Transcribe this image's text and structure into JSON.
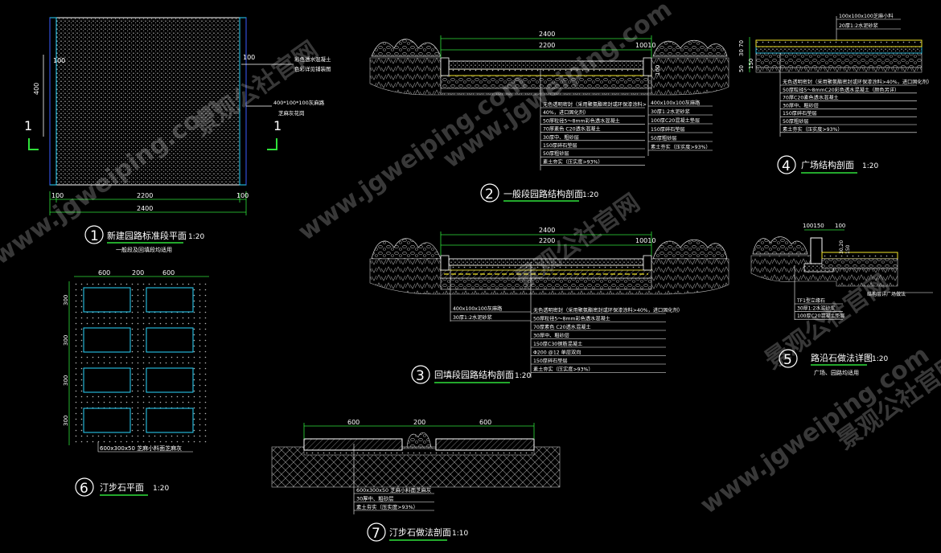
{
  "watermark": {
    "site": "www.jgweiping.com",
    "brand": "景观公社官网"
  },
  "dims": {
    "d100": "100",
    "d2200": "2200",
    "d2400": "2400",
    "d400": "400",
    "d600": "600",
    "d200": "200",
    "d300": "300",
    "d150": "150",
    "d10": "10",
    "d50": "50",
    "d20": "20",
    "d1": "1",
    "d3070": "30 70",
    "d100150": "100150",
    "d10010": "10010",
    "d3020": "30,20"
  },
  "plan1": {
    "section_mark": "1",
    "note_a": "彩色透水混凝土",
    "note_a2": "色彩详见铺装图",
    "note_b": "400*100*100灰麻路",
    "note_b2": "芝麻灰花岗",
    "num": "1",
    "title": "新建园路标准段平面",
    "scale": "1:20",
    "subtitle": "一般段及回填段均适用"
  },
  "sec2": {
    "num": "2",
    "title": "一般段园路结构剖面",
    "scale": "1:20",
    "layers": [
      "无色透明密封（采用聚氨酯密封或环保漆涂料>",
      "40%，进口固化剂）",
      "50厚粒径5～8mm彩色透水混凝土",
      "70厚素色 C20透水混凝土",
      "30厚中、粗砂层",
      "150厚碎石垫层",
      "50厚粗砂层",
      "素土夯实（压实度>93%）"
    ],
    "right_layers": [
      "400x100x100灰麻路",
      "30厚1:2水泥砂浆",
      "100厚C20混凝土垫层",
      "150厚碎石垫层",
      "50厚粗砂层",
      "素土夯实（压实度>93%）"
    ]
  },
  "sec3": {
    "num": "3",
    "title": "回填段园路结构剖面",
    "scale": "1:20",
    "left_layers": [
      "400x100x100灰麻路",
      "30厚1:2水泥砂浆"
    ],
    "layers": [
      "无色透明密封（采用聚氨酯密封或环保漆涂料>40%，进口固化剂）",
      "50厚粒径5～8mm彩色透水混凝土",
      "70厚素色 C20透水混凝土",
      "30厚中、粗砂层",
      "150厚C30钢筋混凝土",
      "Φ200 @12 单层双向",
      "150厚碎石垫层",
      "素土夯实（压实度>93%）"
    ]
  },
  "sec4": {
    "num": "4",
    "title": "广场结构剖面",
    "scale": "1:20",
    "top_layers": [
      "100x100x100芝麻小料",
      "20厚1:2水泥砂浆"
    ],
    "layers": [
      "无色透明密封（采用聚氨酯密封或环保漆涂料>40%，进口固化剂）",
      "50厚粒径5～8mmC20彩色透水混凝土（颜色另详）",
      "70厚C20素色透水混凝土",
      "30厚中、粗砂层",
      "150厚碎石垫层",
      "50厚粗砂层",
      "素土夯实（压实度>93%）"
    ]
  },
  "sec5": {
    "num": "5",
    "title": "路沿石做法详图",
    "scale": "1:20",
    "subtitle": "广场、园路均适用",
    "right_note": "结构层详广场做法",
    "layers": [
      "TF1型立缘石",
      "30厚1:2水泥砂浆",
      "100厚C20混凝土垫层"
    ]
  },
  "plan6": {
    "num": "6",
    "title": "汀步石平面",
    "scale": "1:20",
    "note": "600x300x50 芝麻小料面芝麻灰"
  },
  "sec7": {
    "num": "7",
    "title": "汀步石做法剖面",
    "scale": "1:10",
    "layers": [
      "600x300x50 芝麻小料面芝麻灰",
      "30厚中、粗砂层",
      "素土夯实（压实度>93%）"
    ]
  },
  "colors": {
    "line": "#ffffff",
    "green": "#2fe03a",
    "cyan": "#2ad8ff",
    "yellow": "#f4e62a",
    "blue": "#3a5cff",
    "dot": "#c9c9c9"
  }
}
